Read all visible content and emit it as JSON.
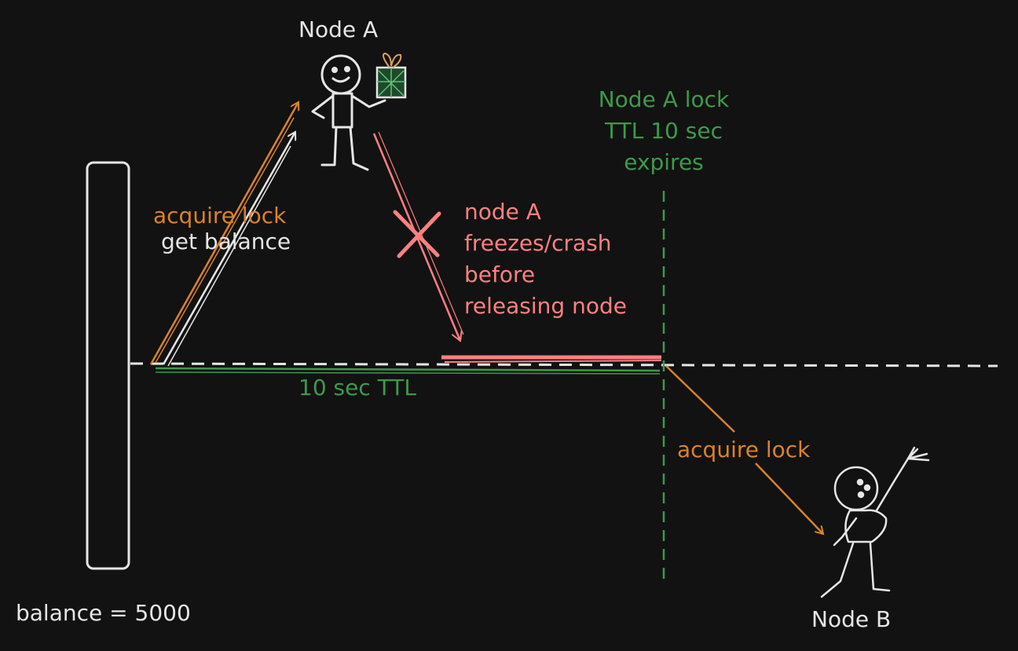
{
  "colors": {
    "background": "#121212",
    "white": "#e6e6e6",
    "orange": "#d9822b",
    "green": "#3c9a4a",
    "red": "#ff8080"
  },
  "node_a": {
    "label": "Node A"
  },
  "node_b": {
    "label": "Node B"
  },
  "store": {
    "balance_label": "balance = 5000"
  },
  "requests": {
    "acquire_lock": "acquire lock",
    "get_balance": "get balance"
  },
  "crash": {
    "lines": [
      "node A",
      "freezes/crash",
      "before",
      "releasing node"
    ]
  },
  "expiry": {
    "lines": [
      "Node A lock",
      "TTL 10 sec",
      "expires"
    ]
  },
  "ttl": {
    "label": "10 sec TTL"
  },
  "node_b_request": {
    "label": "acquire lock"
  },
  "icons": [
    "gift-icon",
    "crash-x-icon"
  ]
}
